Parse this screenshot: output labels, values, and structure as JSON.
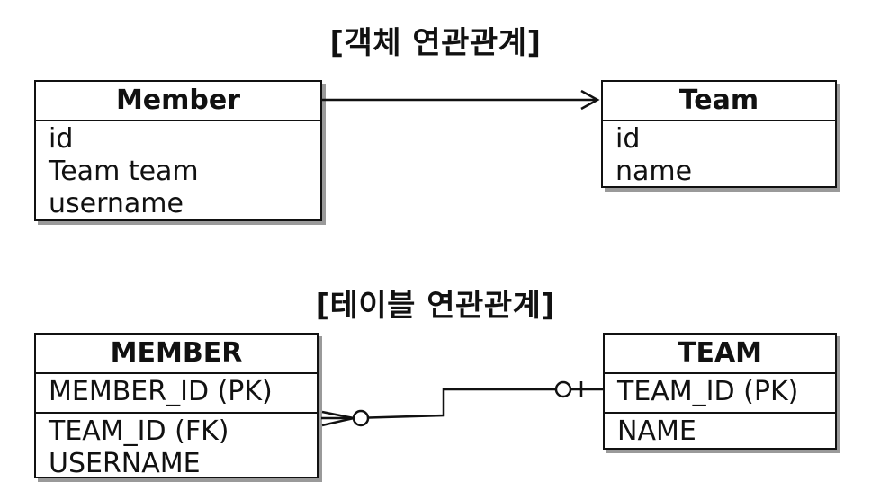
{
  "titles": {
    "object_relation": "[객체 연관관계]",
    "table_relation": "[테이블 연관관계]"
  },
  "object_model": {
    "member": {
      "name": "Member",
      "fields": [
        "id",
        "Team team",
        "username"
      ]
    },
    "team": {
      "name": "Team",
      "fields": [
        "id",
        "name"
      ]
    }
  },
  "table_model": {
    "member": {
      "name": "MEMBER",
      "pk": "MEMBER_ID (PK)",
      "fields": [
        "TEAM_ID (FK)",
        "USERNAME"
      ]
    },
    "team": {
      "name": "TEAM",
      "pk": "TEAM_ID (PK)",
      "fields": [
        "NAME"
      ]
    }
  },
  "relations": [
    {
      "from": "Member",
      "to": "Team",
      "kind": "directed association"
    },
    {
      "from": "MEMBER",
      "to": "TEAM",
      "kind": "zero-or-many to zero-or-one"
    }
  ]
}
